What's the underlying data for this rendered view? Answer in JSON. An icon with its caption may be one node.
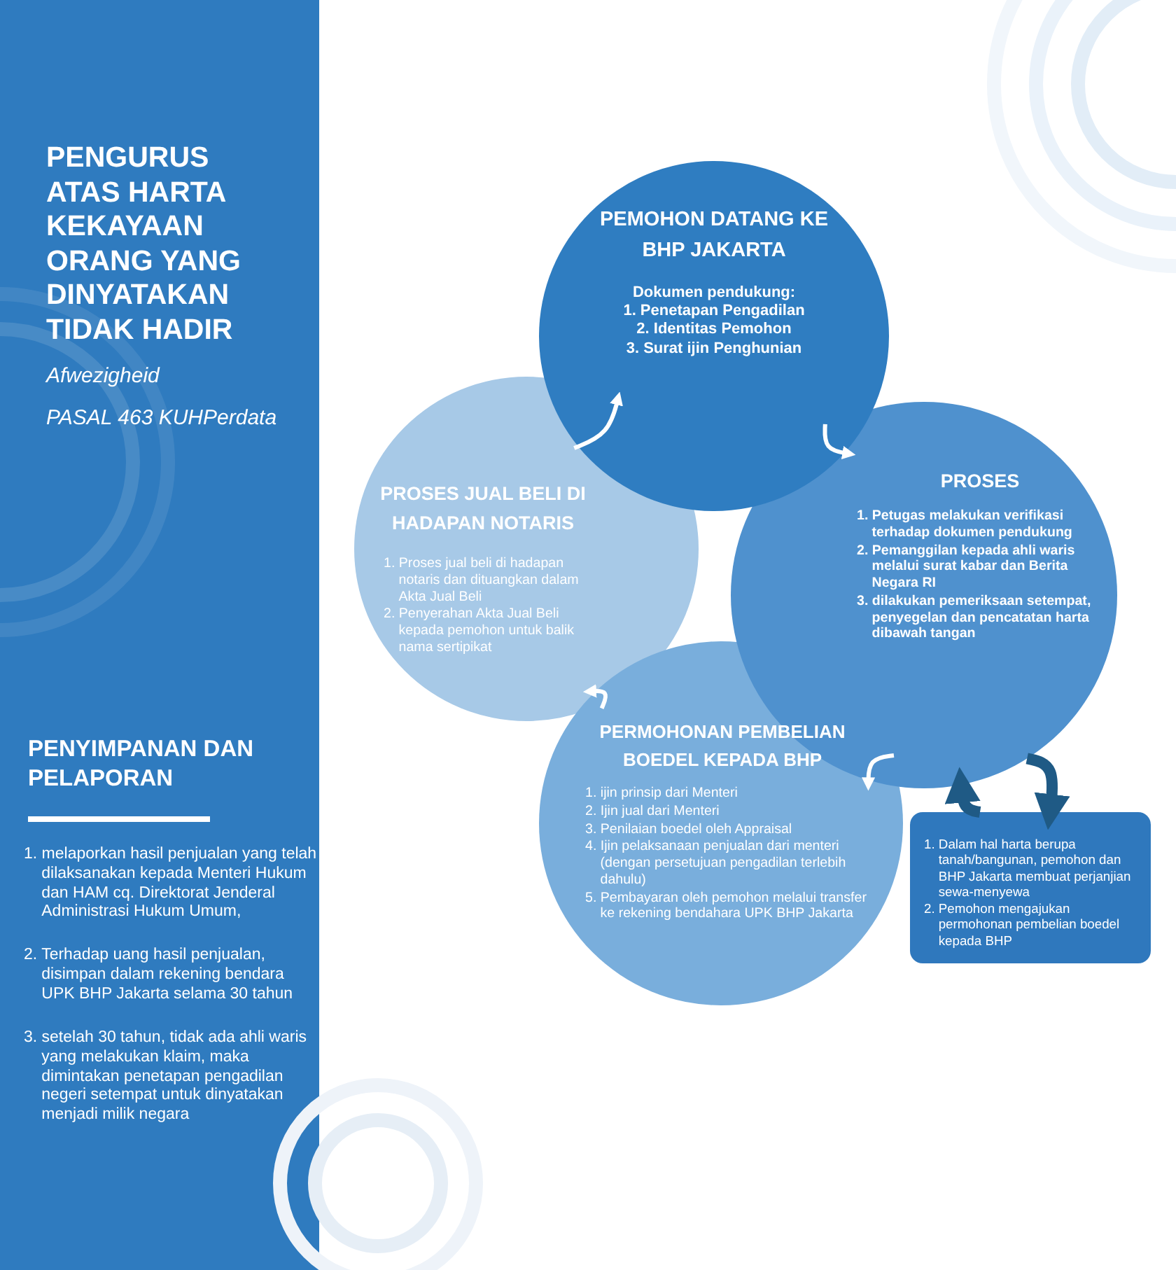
{
  "diagram": {
    "title": "PENGURUS ATAS HARTA KEKAYAAN ORANG YANG DINYATAKAN TIDAK HADIR",
    "nodes": [
      {
        "text": [
          "PEMOHON DATANG KE BHP JAKARTA",
          "Dokumen pendukung:",
          "1. Penetapan Pengadilan",
          "2. Identitas Pemohon",
          "3. Surat ijin Penghunian"
        ]
      },
      {
        "text": [
          "PROSES JUAL BELI DI HADAPAN NOTARIS",
          "1. Proses jual beli di hadapan notaris dan dituangkan dalam Akta Jual Beli",
          "2. Penyerahan Akta Jual Beli kepada pemohon untuk balik nama sertipikat"
        ]
      },
      {
        "text": [
          "PROSES",
          "1. Petugas melakukan verifikasi terhadap dokumen pendukung",
          "2. Pemanggilan kepada ahli waris melalui surat kabar dan Berita Negara RI",
          "3. dilakukan pemeriksaan setempat, penyegelan dan pencatatan harta dibawah tangan"
        ]
      },
      {
        "text": [
          "PERMOHONAN PEMBELIAN BOEDEL KEPADA BHP",
          "1. ijin prinsip dari Menteri",
          "2. Ijin jual dari Menteri",
          "3. Penilaian boedel oleh Appraisal",
          "4. Ijin pelaksanaan penjualan dari menteri (dengan persetujuan pengadilan terlebih dahulu)",
          "5. Pembayaran oleh pemohon melalui transfer ke rekening bendahara UPK BHP Jakarta"
        ]
      },
      {
        "text": [
          "1. Dalam hal harta berupa tanah/bangunan, pemohon dan BHP Jakarta membuat perjanjian sewa-menyewa",
          "2. Pemohon mengajukan permohonan pembelian boedel kepada BHP"
        ]
      }
    ],
    "edges": [
      {
        "from": 0,
        "to": 2,
        "arrow": "to"
      },
      {
        "from": 2,
        "to": 3,
        "arrow": "to"
      },
      {
        "from": 3,
        "to": 1,
        "arrow": "to"
      },
      {
        "from": 1,
        "to": 0,
        "arrow": "to"
      },
      {
        "from": 4,
        "to": 2,
        "arrow": "to",
        "style": "thick",
        "color": "#1f5a85"
      },
      {
        "from": 2,
        "to": 4,
        "arrow": "to",
        "style": "thick",
        "color": "#1f5a85"
      }
    ],
    "labels": [
      "Afwezigheid",
      "PASAL 463 KUHPerdata",
      "PENYIMPANAN DAN PELAPORAN",
      "1. melaporkan hasil penjualan yang telah dilaksanakan kepada Menteri Hukum dan HAM cq. Direktorat Jenderal Administrasi Hukum Umum,",
      "2. Terhadap uang hasil penjualan, disimpan dalam rekening bendara UPK BHP Jakarta selama 30 tahun",
      "3. setelah 30 tahun, tidak ada ahli waris yang melakukan klaim, maka dimintakan penetapan pengadilan negeri setempat untuk dinyatakan menjadi milik negara"
    ]
  }
}
